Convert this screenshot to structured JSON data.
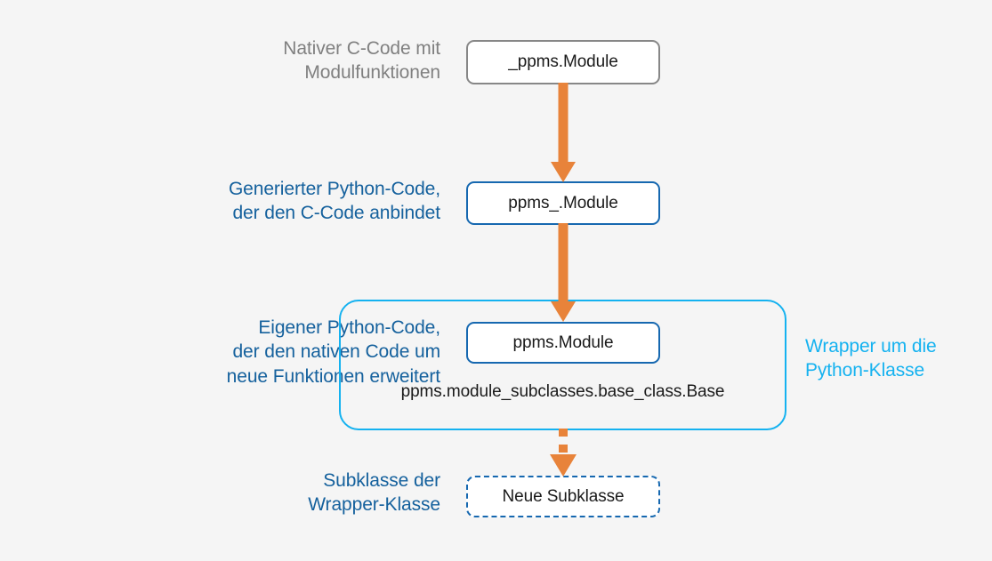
{
  "diagram": {
    "background_color": "#f5f5f5",
    "accent_colors": {
      "orange_arrow": "#e8833a",
      "blue": "#1668b0",
      "blue_text": "#15619d",
      "cyan": "#15b2f0",
      "gray_text": "#808080",
      "gray_border": "#878787"
    }
  },
  "labels": {
    "native": "Nativer C-Code mit\nModulfunktionen",
    "generated": "Generierter Python-Code,\nder den C-Code anbindet",
    "own": "Eigener Python-Code,\nder den nativen Code um\nneue Funktionen erweitert",
    "subclass": "Subklasse der\nWrapper-Klasse",
    "wrapper": "Wrapper um die\nPython-Klasse"
  },
  "nodes": {
    "native_module": "_ppms.Module",
    "generated_module": "ppms_.Module",
    "wrapper_module": "ppms.Module",
    "base_class": "ppms.module_subclasses.base_class.Base",
    "new_subclass": "Neue Subklasse"
  },
  "arrows": [
    {
      "name": "native-to-generated",
      "style": "solid",
      "color": "#e8833a"
    },
    {
      "name": "generated-to-wrapper",
      "style": "solid",
      "color": "#e8833a"
    },
    {
      "name": "wrapper-to-subclass",
      "style": "dotted",
      "color": "#e8833a"
    }
  ]
}
